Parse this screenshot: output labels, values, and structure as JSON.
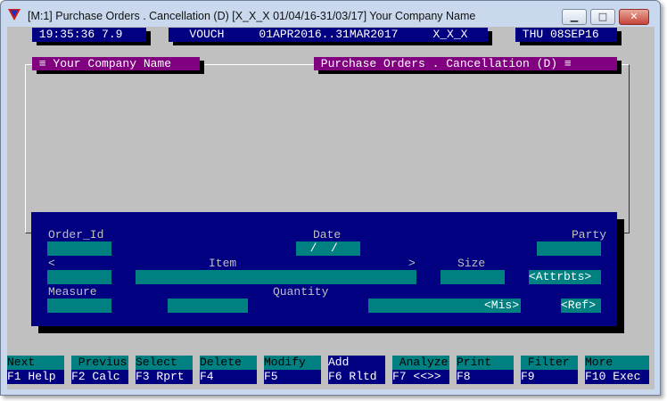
{
  "window": {
    "title": "[M:1]  Purchase Orders . Cancellation (D)  [X_X_X  01/04/16-31/03/17]  Your Company Name",
    "accent_color": "#000080"
  },
  "status": {
    "time": " 19:35:36 7.9",
    "voucher": "   VOUCH     01APR2016..31MAR2017     X_X_X",
    "date": " THU 08SEP16"
  },
  "panels": {
    "company": " ≡ Your Company Name",
    "module": " Purchase Orders . Cancellation (D) ≡"
  },
  "form": {
    "labels": {
      "order_id": "Order_Id",
      "date": "Date",
      "party": "Party",
      "prev": "<",
      "item": "Item",
      "next": ">",
      "size": "Size",
      "measure": "Measure",
      "quantity": "Quantity"
    },
    "fields": {
      "order_id": "",
      "date": "  /  /",
      "party": "",
      "prefix": "",
      "item": "",
      "size": "",
      "attributes": "<Attrbts>",
      "measure": "",
      "quantity": "",
      "misc": "<Mis>",
      "ref": "<Ref>"
    }
  },
  "fkeys": [
    {
      "top": "Next",
      "bottom": "F1 Help"
    },
    {
      "top": " Previus",
      "bottom": "F2 Calc"
    },
    {
      "top": "Select",
      "bottom": "F3 Rprt"
    },
    {
      "top": "Delete",
      "bottom": "F4"
    },
    {
      "top": "Modify",
      "bottom": "F5"
    },
    {
      "top": "Add",
      "bottom": "F6 Rltd"
    },
    {
      "top": " Analyze",
      "bottom": "F7 <<>>"
    },
    {
      "top": "Print",
      "bottom": "F8"
    },
    {
      "top": " Filter",
      "bottom": "F9"
    },
    {
      "top": "More",
      "bottom": "F10 Exec"
    }
  ]
}
